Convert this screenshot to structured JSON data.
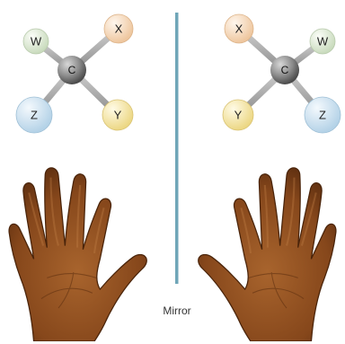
{
  "diagram": {
    "mirror_label": "Mirror",
    "left_molecule": {
      "center": "C",
      "substituents": [
        "W",
        "X",
        "Z",
        "Y"
      ]
    },
    "right_molecule": {
      "center": "C",
      "substituents": [
        "X",
        "W",
        "Y",
        "Z"
      ]
    }
  },
  "colors": {
    "W": "#dde9d4",
    "X": "#f6dcc0",
    "Y": "#f5e7a8",
    "Z": "#cfe3f0",
    "carbon": "#8a8a8a",
    "bond": "#a9a9a9",
    "mirror": "#6fa6b8",
    "skin": "#8a4a1d"
  }
}
